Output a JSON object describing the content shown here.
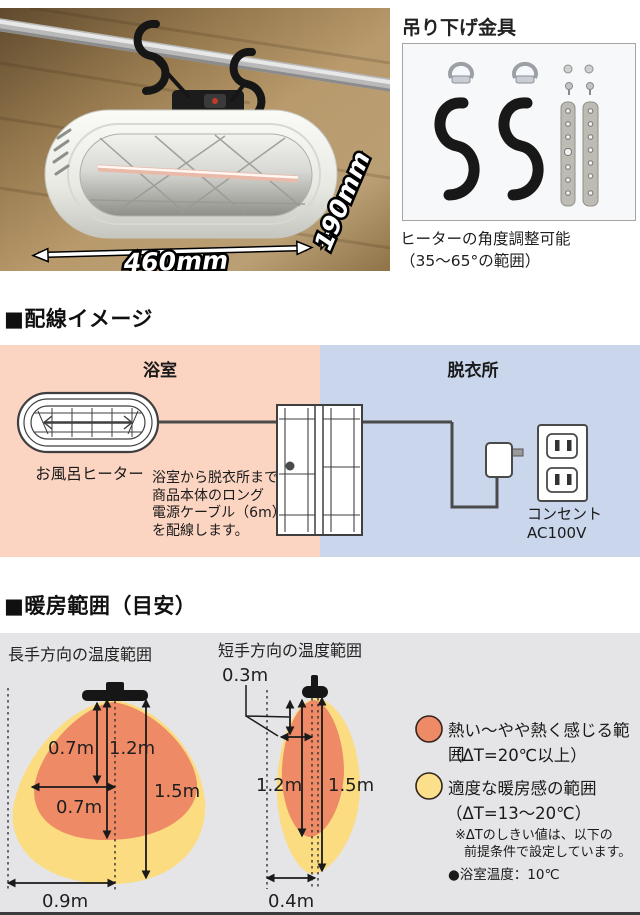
{
  "photo": {
    "width_label": "460mm",
    "depth_label": "190mm"
  },
  "hardware": {
    "title": "吊り下げ金具",
    "caption_line1": "ヒーターの角度調整可能",
    "caption_line2": "（35～65°の範囲）"
  },
  "wiring": {
    "heading": "■配線イメージ",
    "bathroom": "浴室",
    "dressing": "脱衣所",
    "heater": "お風呂ヒーター",
    "note": [
      "浴室から脱衣所まで",
      "商品本体のロング",
      "電源ケーブル（6m）",
      "を配線します。"
    ],
    "outlet_line1": "コンセント",
    "outlet_line2": "AC100V",
    "colors": {
      "bathroom_bg": "#fbd4c2",
      "dressing_bg": "#c9d6ec",
      "cable": "#4a4a4a"
    }
  },
  "heating": {
    "heading": "■暖房範囲（目安）",
    "long": {
      "title": "長手方向の温度範囲",
      "v_upper": "0.7m",
      "v_mid": "1.2m",
      "v_outer": "1.5m",
      "h_mid": "0.7m",
      "h_bottom": "0.9m"
    },
    "short": {
      "title": "短手方向の温度範囲",
      "offset": "0.3m",
      "v_inner": "1.2m",
      "v_outer": "1.5m",
      "h_bottom": "0.4m"
    },
    "legend": [
      {
        "label": "熱い～やや熱く感じる範囲",
        "sub": "（ΔT=20℃以上）",
        "color": "#ef8a66"
      },
      {
        "label": "適度な暖房感の範囲",
        "sub": "（ΔT=13～20℃）",
        "color": "#fbdf8a"
      }
    ],
    "notes": [
      "※ΔTのしきい値は、以下の",
      "前提条件で設定しています。",
      "●浴室温度：10℃"
    ],
    "colors": {
      "hot": "#ef8a66",
      "warm": "#fbdc80",
      "panel_bg": "#e5e5e7"
    }
  }
}
